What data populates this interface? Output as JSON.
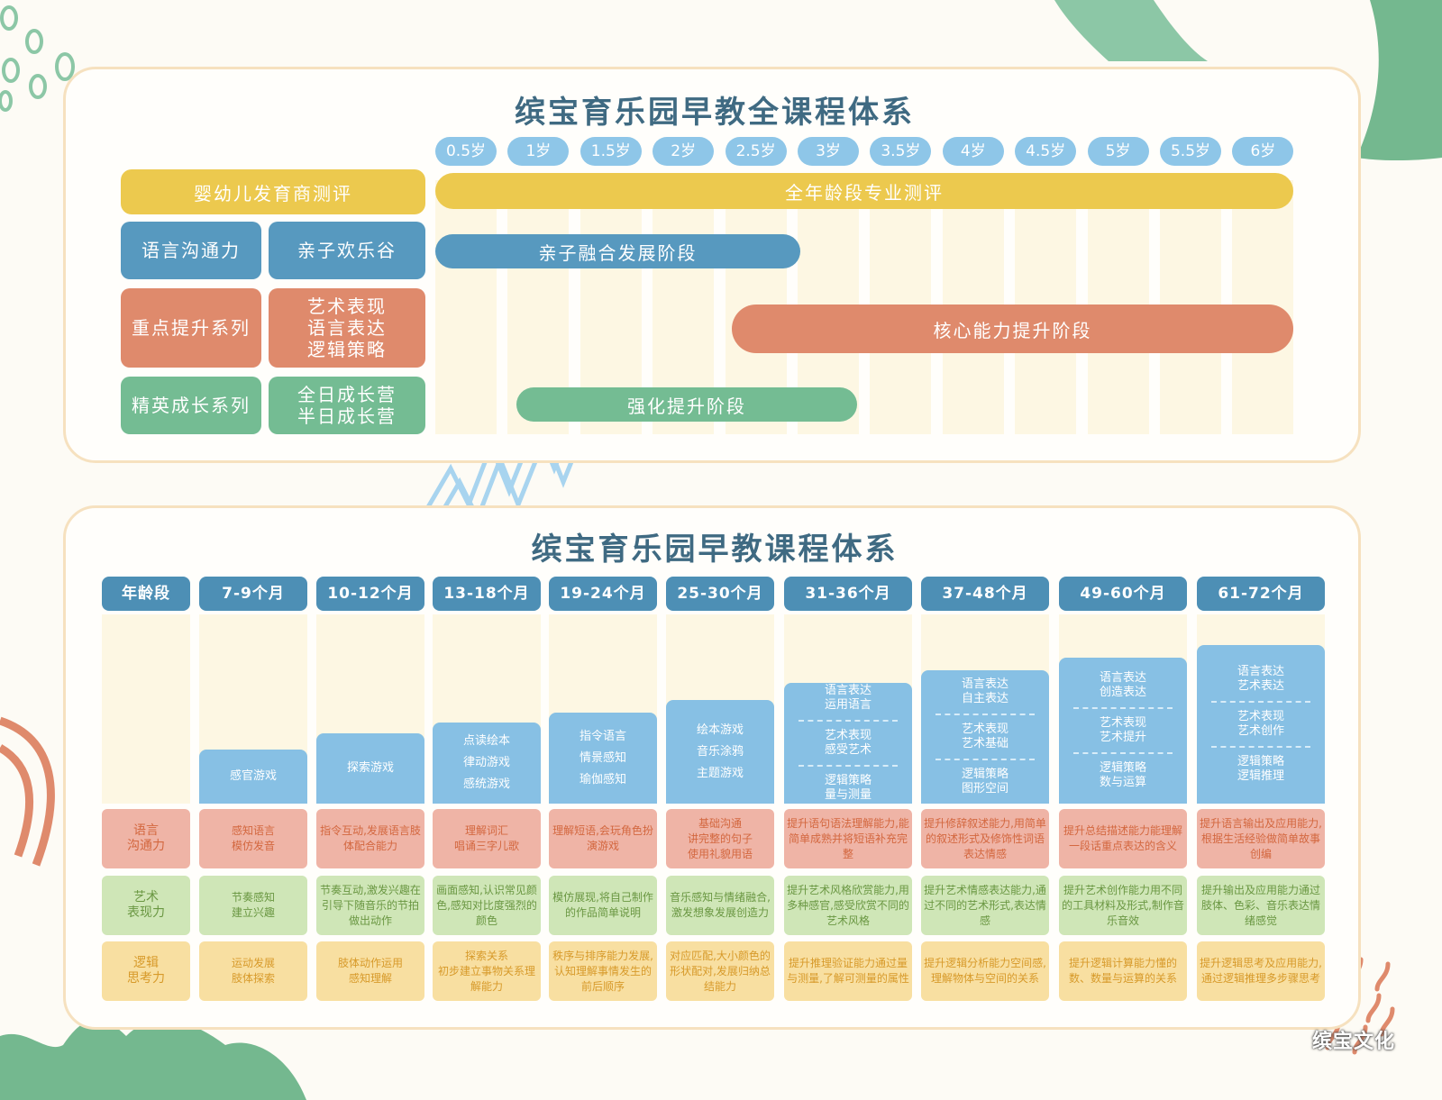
{
  "colors": {
    "yellow": "#ecc94e",
    "blue": "#5799bf",
    "orange": "#df8a6c",
    "green": "#74bc93",
    "header_blue": "#4d8fb5",
    "age_pill": "#8ec6e8"
  },
  "top": {
    "title": "缤宝育乐园早教全课程体系",
    "ages": [
      "0.5岁",
      "1岁",
      "1.5岁",
      "2岁",
      "2.5岁",
      "3岁",
      "3.5岁",
      "4岁",
      "4.5岁",
      "5岁",
      "5.5岁",
      "6岁"
    ],
    "left": {
      "assessment": "婴幼儿发育商测评",
      "lang": "语言沟通力",
      "parent_child": "亲子欢乐谷",
      "key": "重点提升系列",
      "key_detail": [
        "艺术表现",
        "语言表达",
        "逻辑策略"
      ],
      "elite": "精英成长系列",
      "elite_detail": [
        "全日成长营",
        "半日成长营"
      ]
    },
    "stages": [
      {
        "label": "全年龄段专业测评",
        "from_age": "0.5岁",
        "to_age": "6岁"
      },
      {
        "label": "亲子融合发展阶段",
        "from_age": "0.5岁",
        "to_age": "3岁"
      },
      {
        "label": "核心能力提升阶段",
        "from_age": "2.5岁",
        "to_age": "6岁"
      },
      {
        "label": "强化提升阶段",
        "from_age": "1岁",
        "to_age": "3岁"
      }
    ]
  },
  "bottom": {
    "title": "缤宝育乐园早教课程体系",
    "row_header": "年龄段",
    "row_labels": [
      "语言\n沟通力",
      "艺术\n表现力",
      "逻辑\n思考力"
    ],
    "columns": [
      {
        "age": "7-9个月",
        "topics": [
          [
            "感官游戏"
          ]
        ],
        "lang": "感知语言\n模仿发音",
        "art": "节奏感知\n建立兴趣",
        "logic": "运动发展\n肢体探索"
      },
      {
        "age": "10-12个月",
        "topics": [
          [
            "探索游戏"
          ]
        ],
        "lang": "指令互动,发展语言肢体配合能力",
        "art": "节奏互动,激发兴趣在引导下随音乐的节拍做出动作",
        "logic": "肢体动作运用\n感知理解"
      },
      {
        "age": "13-18个月",
        "topics": [
          [
            "点读绘本",
            "律动游戏",
            "感统游戏"
          ]
        ],
        "lang": "理解词汇\n唱诵三字儿歌",
        "art": "画面感知,认识常见颜色,感知对比度强烈的颜色",
        "logic": "探索关系\n初步建立事物关系理解能力"
      },
      {
        "age": "19-24个月",
        "topics": [
          [
            "指令语言",
            "情景感知",
            "瑜伽感知"
          ]
        ],
        "lang": "理解短语,会玩角色扮演游戏",
        "art": "模仿展现,将自己制作的作品简单说明",
        "logic": "秩序与排序能力发展,认知理解事情发生的前后顺序"
      },
      {
        "age": "25-30个月",
        "topics": [
          [
            "绘本游戏",
            "音乐涂鸦",
            "主题游戏"
          ]
        ],
        "lang": "基础沟通\n讲完整的句子\n使用礼貌用语",
        "art": "音乐感知与情绪融合,激发想象发展创造力",
        "logic": "对应匹配,大小颜色的形状配对,发展归纳总结能力"
      },
      {
        "age": "31-36个月",
        "topics": [
          [
            "语言表达",
            "运用语言"
          ],
          [
            "艺术表现",
            "感受艺术"
          ],
          [
            "逻辑策略",
            "量与测量"
          ]
        ],
        "lang": "提升语句语法理解能力,能简单成熟并将短语补充完整",
        "art": "提升艺术风格欣赏能力,用多种感官,感受欣赏不同的艺术风格",
        "logic": "提升推理验证能力通过量与测量,了解可测量的属性"
      },
      {
        "age": "37-48个月",
        "topics": [
          [
            "语言表达",
            "自主表达"
          ],
          [
            "艺术表现",
            "艺术基础"
          ],
          [
            "逻辑策略",
            "图形空间"
          ]
        ],
        "lang": "提升修辞叙述能力,用简单的叙述形式及修饰性词语表达情感",
        "art": "提升艺术情感表达能力,通过不同的艺术形式,表达情感",
        "logic": "提升逻辑分析能力空间感,理解物体与空间的关系"
      },
      {
        "age": "49-60个月",
        "topics": [
          [
            "语言表达",
            "创造表达"
          ],
          [
            "艺术表现",
            "艺术提升"
          ],
          [
            "逻辑策略",
            "数与运算"
          ]
        ],
        "lang": "提升总结描述能力能理解一段话重点表达的含义",
        "art": "提升艺术创作能力用不同的工具材料及形式,制作音乐音效",
        "logic": "提升逻辑计算能力懂的数、数量与运算的关系"
      },
      {
        "age": "61-72个月",
        "topics": [
          [
            "语言表达",
            "艺术表达"
          ],
          [
            "艺术表现",
            "艺术创作"
          ],
          [
            "逻辑策略",
            "逻辑推理"
          ]
        ],
        "lang": "提升语言输出及应用能力,根据生活经验做简单故事创编",
        "art": "提升输出及应用能力通过肢体、色彩、音乐表达情绪感觉",
        "logic": "提升逻辑思考及应用能力,通过逻辑推理多步骤思考"
      }
    ]
  },
  "brand": "缤宝文化"
}
